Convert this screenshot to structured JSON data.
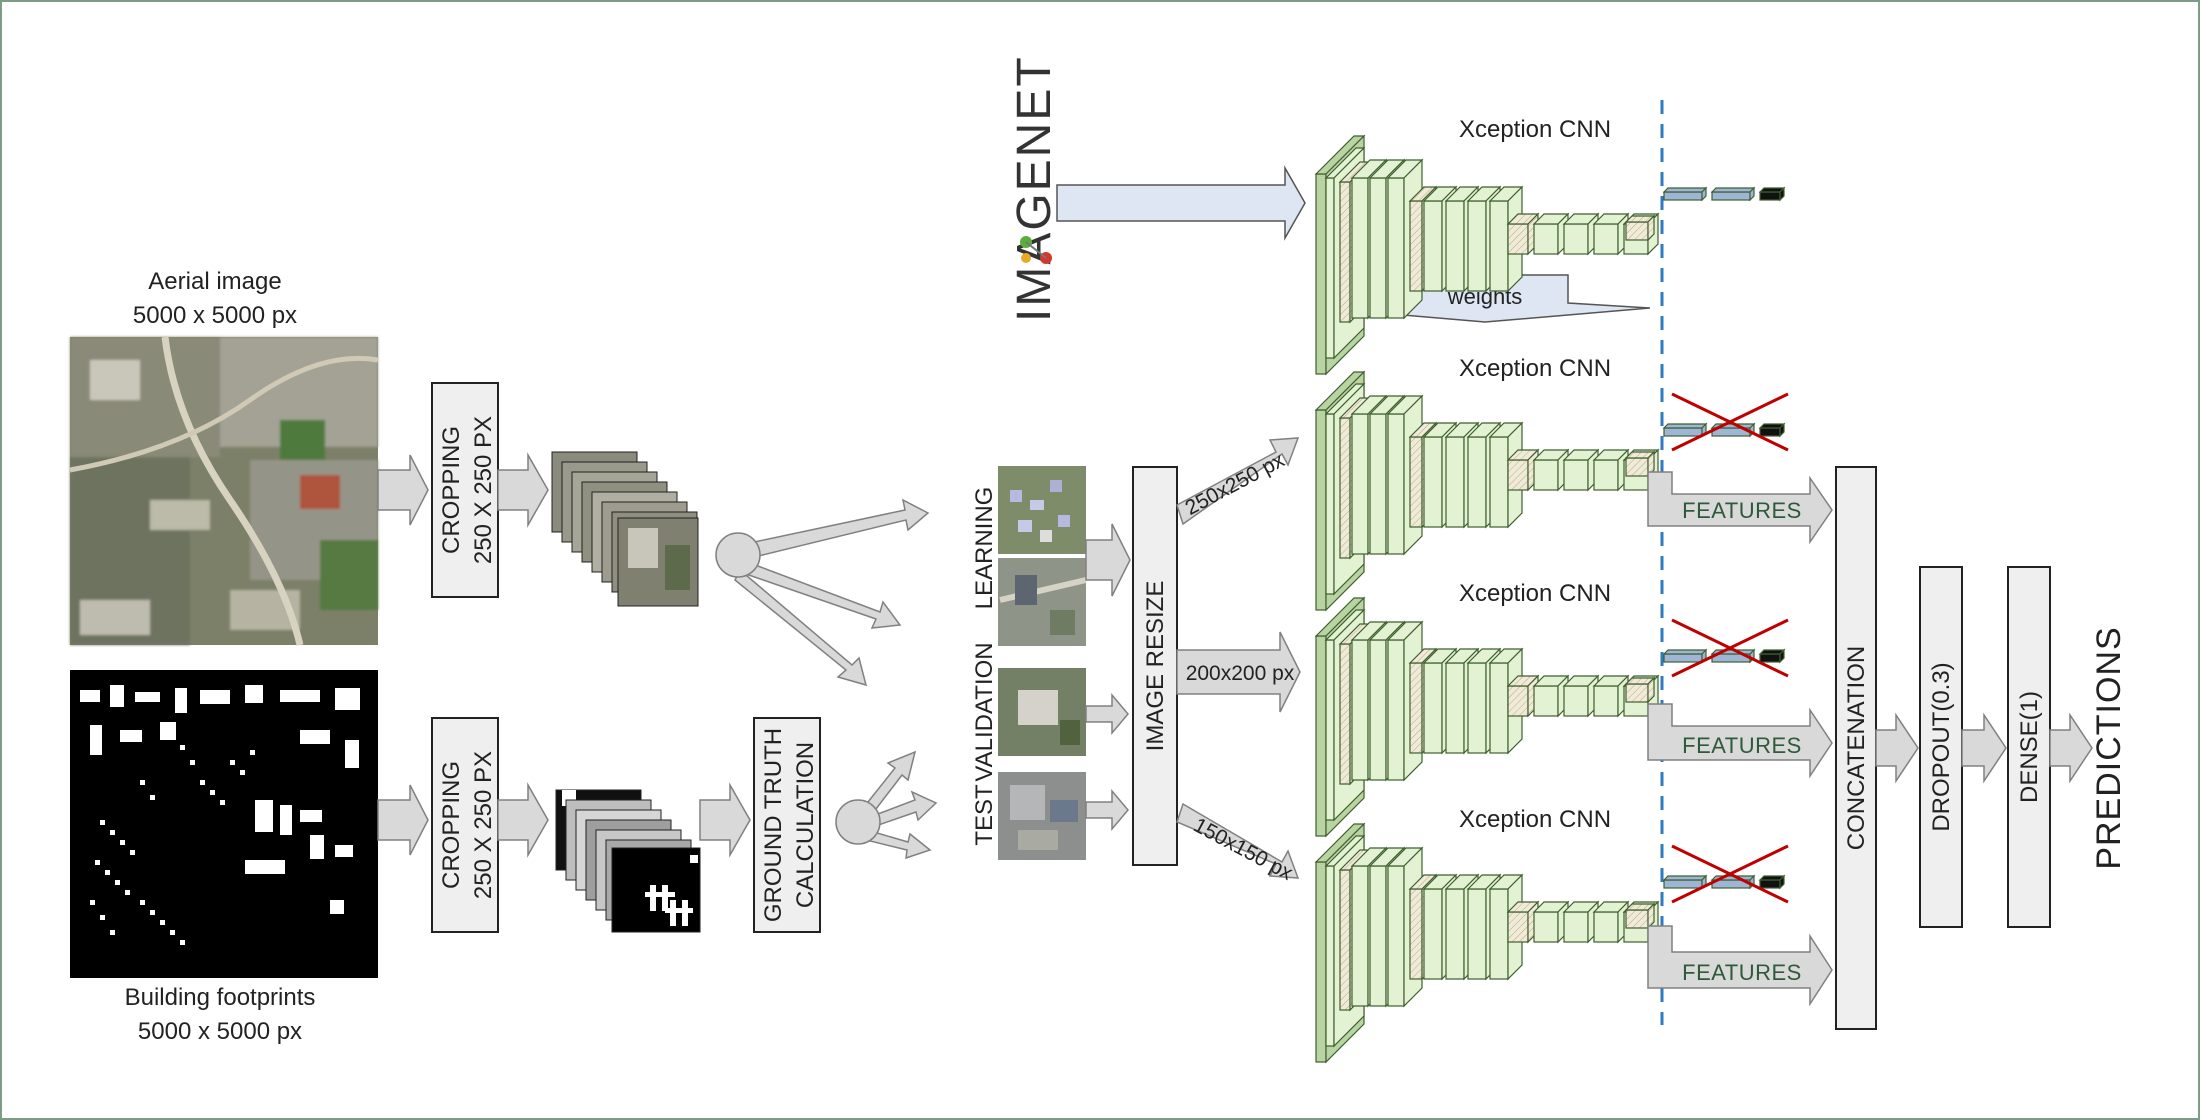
{
  "diagram": {
    "aerial_title": "Aerial image",
    "aerial_size": "5000 x 5000 px",
    "footprint_title": "Building footprints",
    "footprint_size": "5000 x 5000 px",
    "crop_line1": "CROPPING",
    "crop_line2": "250 X 250 PX",
    "ground_truth_line1": "GROUND TRUTH",
    "ground_truth_line2": "CALCULATION",
    "imagenet_logo": "IMAGENET",
    "weights": "weights",
    "cnn_label": "Xception CNN",
    "sets": [
      "LEARNING",
      "VALIDATION",
      "TEST"
    ],
    "image_resize": "IMAGE RESIZE",
    "sizes": [
      "250x250 px",
      "200x200 px",
      "150x150 px"
    ],
    "features": "FEATURES",
    "concatenation": "CONCATENATION",
    "dropout": "DROPOUT(0.3)",
    "dense": "DENSE(1)",
    "predictions": "PREDICTIONS"
  },
  "colors": {
    "cnn_fill": "#e3f2d3",
    "cnn_stroke": "#3f5f2f",
    "dashed_line": "#2e7bbf",
    "cross": "#c00000",
    "frame": "#7f9a86"
  }
}
